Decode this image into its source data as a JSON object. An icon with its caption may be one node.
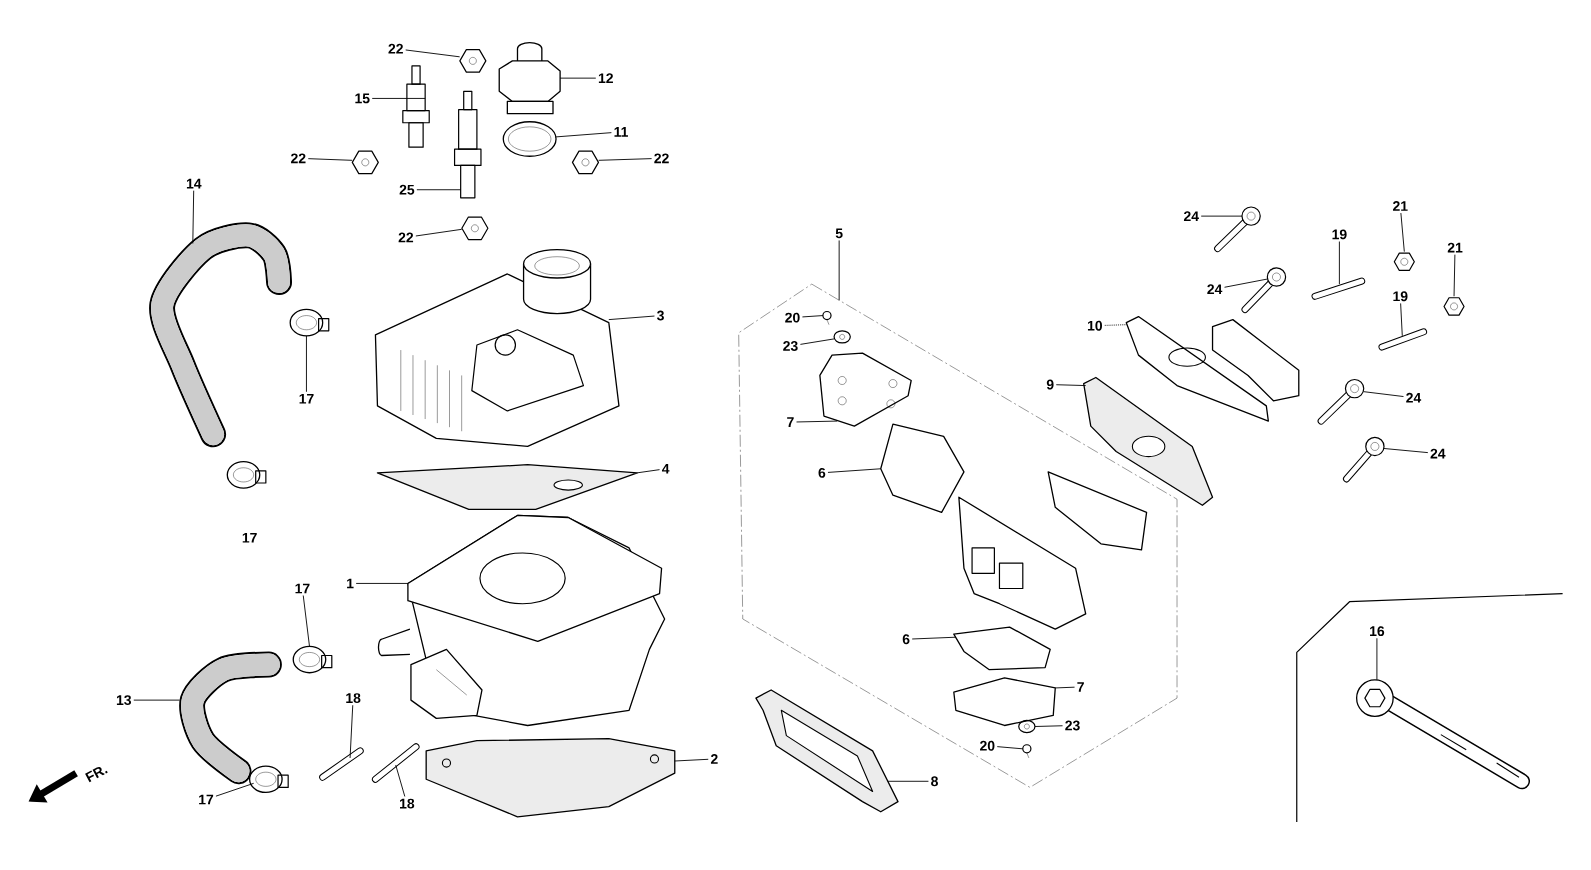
{
  "diagram": {
    "nodes": [
      {
        "text": [],
        "shape": "box"
      },
      {
        "text": [
          "22"
        ]
      },
      {
        "text": [
          "12"
        ]
      },
      {
        "text": [
          "15"
        ]
      },
      {
        "text": [
          "11"
        ]
      },
      {
        "text": [
          "22"
        ]
      },
      {
        "text": [
          "22"
        ]
      },
      {
        "text": [
          "25"
        ]
      },
      {
        "text": [
          "22"
        ]
      },
      {
        "text": [
          "14"
        ]
      },
      {
        "text": [
          "17"
        ]
      },
      {
        "text": [
          "3"
        ]
      },
      {
        "text": [
          "4"
        ]
      },
      {
        "text": [
          "1"
        ]
      },
      {
        "text": [
          "17"
        ]
      },
      {
        "text": [
          "13"
        ]
      },
      {
        "text": [
          "18"
        ]
      },
      {
        "text": [
          "17"
        ]
      },
      {
        "text": [
          "18"
        ]
      },
      {
        "text": [
          "2"
        ]
      },
      {
        "text": [
          "5"
        ]
      },
      {
        "text": [
          "20"
        ],
        "in": 0
      },
      {
        "text": [
          "23"
        ],
        "in": 0
      },
      {
        "text": [
          "7"
        ],
        "in": 0
      },
      {
        "text": [
          "6"
        ],
        "in": 0
      },
      {
        "text": [
          "6"
        ],
        "in": 0
      },
      {
        "text": [
          "7"
        ],
        "in": 0
      },
      {
        "text": [
          "23"
        ],
        "in": 0
      },
      {
        "text": [
          "20"
        ],
        "in": 0
      },
      {
        "text": [
          "8"
        ]
      },
      {
        "text": [
          "10"
        ]
      },
      {
        "text": [
          "9"
        ]
      },
      {
        "text": [
          "24"
        ]
      },
      {
        "text": [
          "24"
        ]
      },
      {
        "text": [
          "19"
        ]
      },
      {
        "text": [
          "21"
        ]
      },
      {
        "text": [
          "21"
        ]
      },
      {
        "text": [
          "19"
        ]
      },
      {
        "text": [
          "24"
        ]
      },
      {
        "text": [
          "24"
        ]
      },
      {
        "text": [
          "16"
        ]
      },
      {
        "text": [],
        "shape": "picture"
      },
      {
        "text": [],
        "shape": "picture"
      },
      {
        "text": [],
        "shape": "picture"
      },
      {
        "text": [],
        "shape": "picture"
      },
      {
        "text": [],
        "shape": "picture"
      },
      {
        "text": [],
        "shape": "picture"
      },
      {
        "text": [],
        "shape": "picture"
      },
      {
        "text": [],
        "shape": "picture"
      },
      {
        "text": [],
        "shape": "picture"
      },
      {
        "text": [],
        "shape": "picture"
      },
      {
        "text": [],
        "shape": "picture"
      },
      {
        "text": [],
        "shape": "picture"
      },
      {
        "text": [],
        "shape": "picture"
      },
      {
        "text": [],
        "shape": "picture"
      },
      {
        "text": [],
        "shape": "picture"
      },
      {
        "text": [],
        "shape": "picture"
      },
      {
        "text": [],
        "shape": "picture"
      },
      {
        "text": [],
        "shape": "picture"
      },
      {
        "text": [],
        "shape": "picture"
      },
      {
        "text": [],
        "shape": "picture",
        "in": 0
      },
      {
        "text": [],
        "shape": "picture",
        "in": 0
      },
      {
        "text": [],
        "shape": "picture",
        "in": 0
      },
      {
        "text": [],
        "shape": "picture",
        "in": 0
      },
      {
        "text": [],
        "shape": "picture",
        "in": 0
      },
      {
        "text": [],
        "shape": "picture",
        "in": 0
      },
      {
        "text": [],
        "shape": "picture",
        "in": 0
      },
      {
        "text": [],
        "shape": "picture",
        "in": 0
      },
      {
        "text": [],
        "shape": "picture"
      },
      {
        "text": [],
        "shape": "picture"
      },
      {
        "text": [],
        "shape": "picture"
      },
      {
        "text": [],
        "shape": "picture"
      },
      {
        "text": [],
        "shape": "picture"
      },
      {
        "text": [],
        "shape": "picture"
      },
      {
        "text": [],
        "shape": "picture"
      },
      {
        "text": [],
        "shape": "picture"
      },
      {
        "text": [],
        "shape": "picture"
      },
      {
        "text": [],
        "shape": "picture"
      },
      {
        "text": [],
        "shape": "picture"
      },
      {
        "text": [],
        "shape": "picture"
      },
      {
        "text": [],
        "shape": "picture"
      }
    ],
    "edges": [
      {
        "from": 1,
        "to": 41,
        "arrow": "none"
      },
      {
        "from": 2,
        "to": 42,
        "arrow": "none"
      },
      {
        "from": 3,
        "to": 43,
        "arrow": "none"
      },
      {
        "from": 4,
        "to": 44,
        "arrow": "none"
      },
      {
        "from": 5,
        "to": 45,
        "arrow": "none"
      },
      {
        "from": 6,
        "to": 46,
        "arrow": "none"
      },
      {
        "from": 7,
        "to": 47,
        "arrow": "none"
      },
      {
        "from": 8,
        "to": 48,
        "arrow": "none"
      },
      {
        "from": 9,
        "to": 49,
        "arrow": "none"
      },
      {
        "from": 10,
        "to": 50,
        "arrow": "none"
      },
      {
        "from": 11,
        "to": 51,
        "arrow": "none"
      },
      {
        "from": 12,
        "to": 52,
        "arrow": "none"
      },
      {
        "from": 13,
        "to": 53,
        "arrow": "none"
      },
      {
        "from": 14,
        "to": 54,
        "arrow": "none"
      },
      {
        "from": 15,
        "to": 55,
        "arrow": "none"
      },
      {
        "from": 16,
        "to": 56,
        "arrow": "none"
      },
      {
        "from": 17,
        "to": 57,
        "arrow": "none"
      },
      {
        "from": 18,
        "to": 58,
        "arrow": "none"
      },
      {
        "from": 19,
        "to": 59,
        "arrow": "none"
      },
      {
        "from": 20,
        "to": 0,
        "arrow": "none"
      },
      {
        "from": 21,
        "to": 60,
        "arrow": "none"
      },
      {
        "from": 22,
        "to": 61,
        "arrow": "none"
      },
      {
        "from": 23,
        "to": 62,
        "arrow": "none"
      },
      {
        "from": 24,
        "to": 63,
        "arrow": "none"
      },
      {
        "from": 25,
        "to": 64,
        "arrow": "none"
      },
      {
        "from": 26,
        "to": 65,
        "arrow": "none"
      },
      {
        "from": 27,
        "to": 66,
        "arrow": "none"
      },
      {
        "from": 28,
        "to": 67,
        "arrow": "none"
      },
      {
        "from": 29,
        "to": 68,
        "arrow": "none"
      },
      {
        "from": 30,
        "to": 69,
        "arrow": "none",
        "style": "dashed"
      },
      {
        "from": 31,
        "to": 70,
        "arrow": "none"
      },
      {
        "from": 32,
        "to": 71,
        "arrow": "none"
      },
      {
        "from": 33,
        "to": 72,
        "arrow": "none"
      },
      {
        "from": 34,
        "to": 73,
        "arrow": "none"
      },
      {
        "from": 35,
        "to": 74,
        "arrow": "none"
      },
      {
        "from": 36,
        "to": 75,
        "arrow": "none"
      },
      {
        "from": 37,
        "to": 76,
        "arrow": "none"
      },
      {
        "from": 38,
        "to": 77,
        "arrow": "none"
      },
      {
        "from": 39,
        "to": 78,
        "arrow": "none"
      },
      {
        "from": 40,
        "to": 79,
        "arrow": "none"
      }
    ],
    "labels": [
      "17",
      "FR."
    ]
  }
}
